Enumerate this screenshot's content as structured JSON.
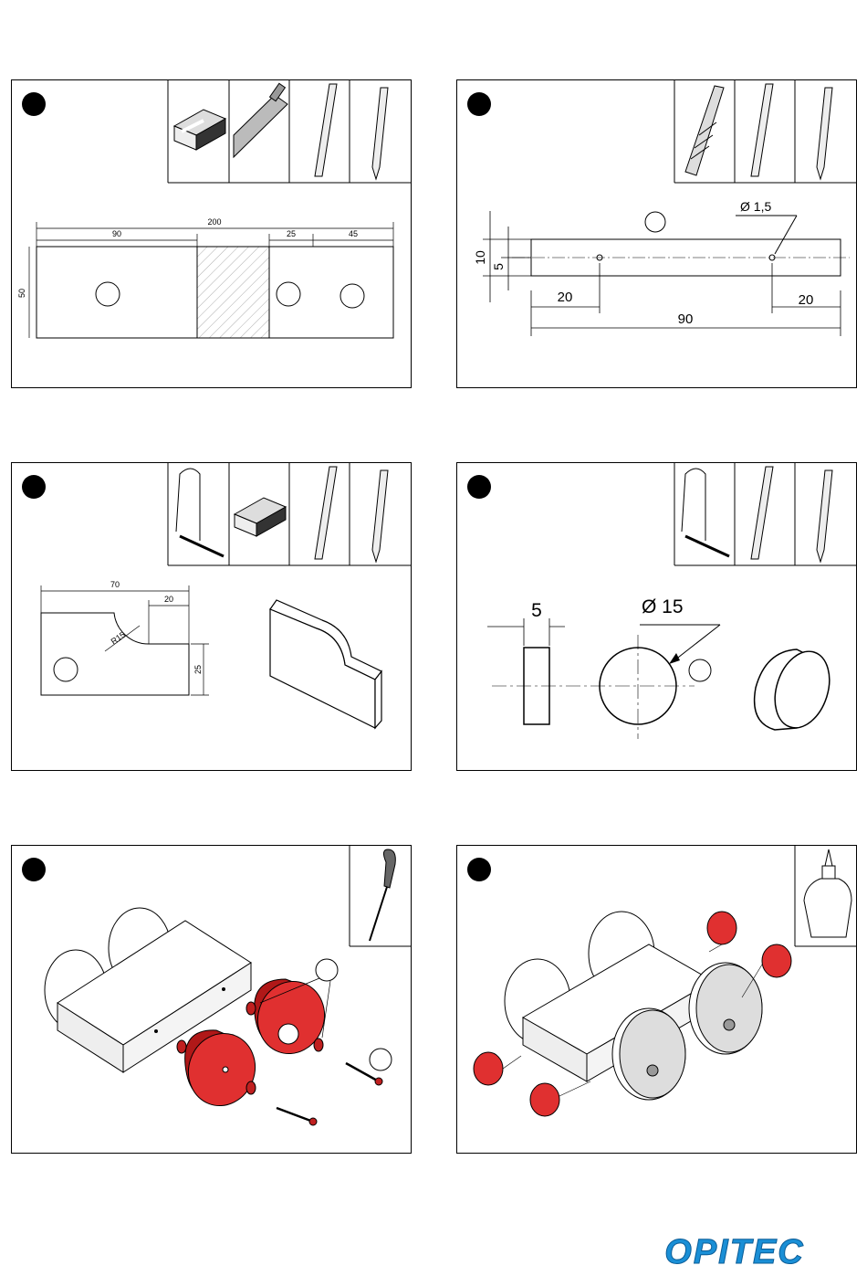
{
  "step1": {
    "overall": "200",
    "left": "90",
    "gap": "25",
    "right": "45",
    "height": "50"
  },
  "step2": {
    "hole": "Ø 1,5",
    "h10": "10",
    "h5": "5",
    "left": "20",
    "right": "20",
    "length": "90"
  },
  "step3": {
    "width": "70",
    "notch": "20",
    "radius": "R15",
    "height": "25"
  },
  "step4": {
    "thickness": "5",
    "diameter": "Ø 15"
  },
  "brand": "OPITEC",
  "colors": {
    "wheel_red": "#e03030",
    "wheel_dark": "#b01818",
    "logo_blue": "#1a8fd6"
  }
}
